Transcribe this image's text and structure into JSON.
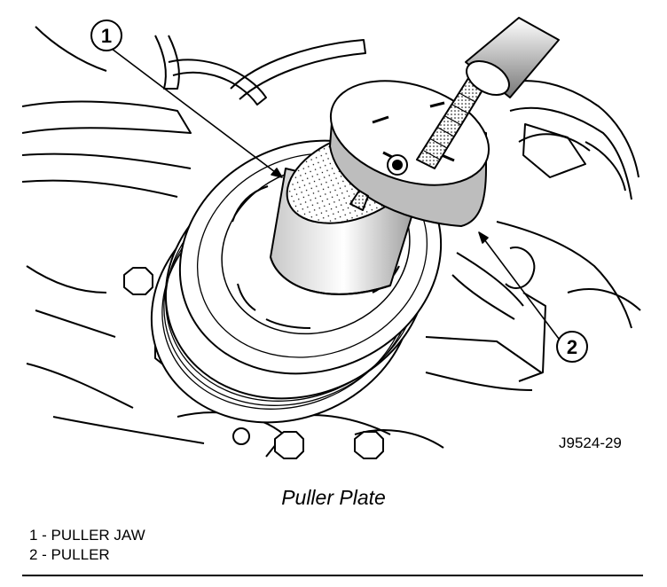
{
  "figure": {
    "code": "J9524-29",
    "callouts": [
      {
        "num": "1"
      },
      {
        "num": "2"
      }
    ]
  },
  "caption": "Puller Plate",
  "legend": [
    {
      "text": "1 - PULLER JAW"
    },
    {
      "text": "2 - PULLER"
    }
  ]
}
